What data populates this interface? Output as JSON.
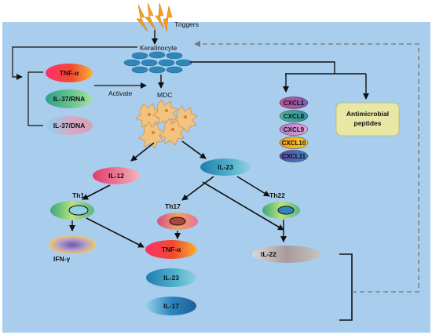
{
  "labels": {
    "triggers": "Triggers",
    "keratinocyte": "Keratinocyte",
    "activate": "Activate",
    "mdc": "MDC",
    "th1": "Th1",
    "th17": "Th17",
    "th22": "Th22",
    "ifn": "IFN-γ"
  },
  "left_factors": [
    "TNF-α",
    "IL-37/RNA",
    "IL-37/DNA"
  ],
  "cytokines": {
    "il12": "IL-12",
    "il23": "IL-23",
    "il22": "IL-22"
  },
  "th17_outputs": [
    "TNF-α",
    "IL-23",
    "IL-17"
  ],
  "chemokines": [
    "CXCL1",
    "CXCL8",
    "CXCL9",
    "CXCL10",
    "CXCL11"
  ],
  "antimicrobial": [
    "Antimicrobial",
    "peptides"
  ],
  "colors": {
    "background": "#a9cdec",
    "arrow": "#111111",
    "feedback_dash": "#777777",
    "antimicrobial_box": "#e8e7a3",
    "lightning": "#f4a11c",
    "keratinocyte": "#2f86b8",
    "mdc_cell": "#f2c27f"
  }
}
